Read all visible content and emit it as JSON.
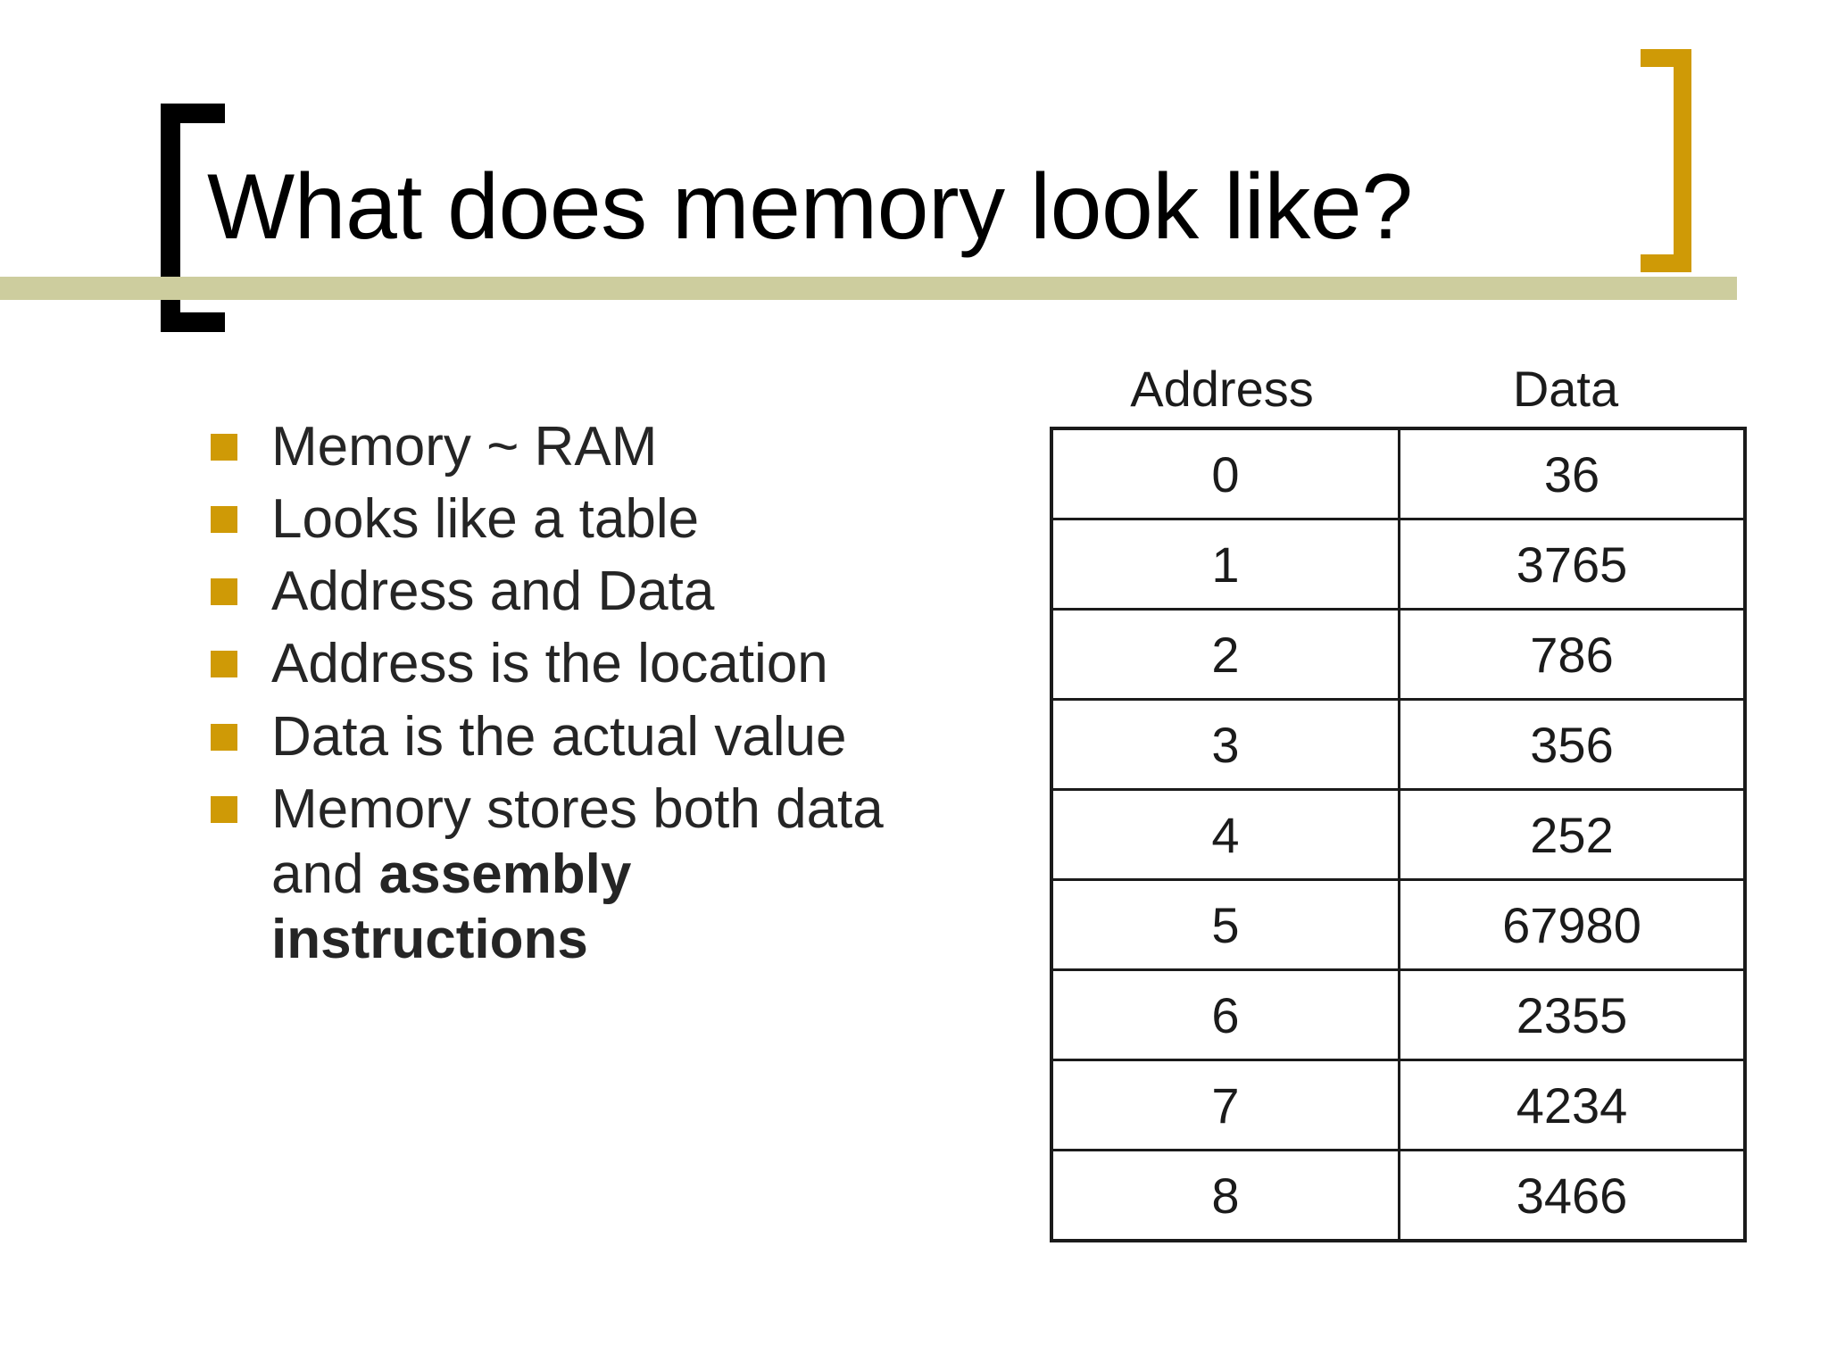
{
  "slide": {
    "title": "What does memory look like?",
    "colors": {
      "accent_gold": "#cf9a06",
      "title_bar_olive": "#cdcd9e",
      "bracket_black": "#000000",
      "text_dark": "#252525",
      "table_border": "#1b1b1b",
      "background": "#ffffff"
    }
  },
  "bullets": [
    {
      "text": "Memory ~ RAM",
      "bold_tail": ""
    },
    {
      "text": "Looks like a table",
      "bold_tail": ""
    },
    {
      "text": "Address and Data",
      "bold_tail": ""
    },
    {
      "text": "Address is the location",
      "bold_tail": ""
    },
    {
      "text": "Data is the actual value",
      "bold_tail": ""
    },
    {
      "text": "Memory stores both data and ",
      "bold_tail": "assembly instructions"
    }
  ],
  "memory_table": {
    "headers": [
      "Address",
      "Data"
    ],
    "rows": [
      {
        "address": "0",
        "data": "36"
      },
      {
        "address": "1",
        "data": "3765"
      },
      {
        "address": "2",
        "data": "786"
      },
      {
        "address": "3",
        "data": "356"
      },
      {
        "address": "4",
        "data": "252"
      },
      {
        "address": "5",
        "data": "67980"
      },
      {
        "address": "6",
        "data": "2355"
      },
      {
        "address": "7",
        "data": "4234"
      },
      {
        "address": "8",
        "data": "3466"
      }
    ]
  }
}
